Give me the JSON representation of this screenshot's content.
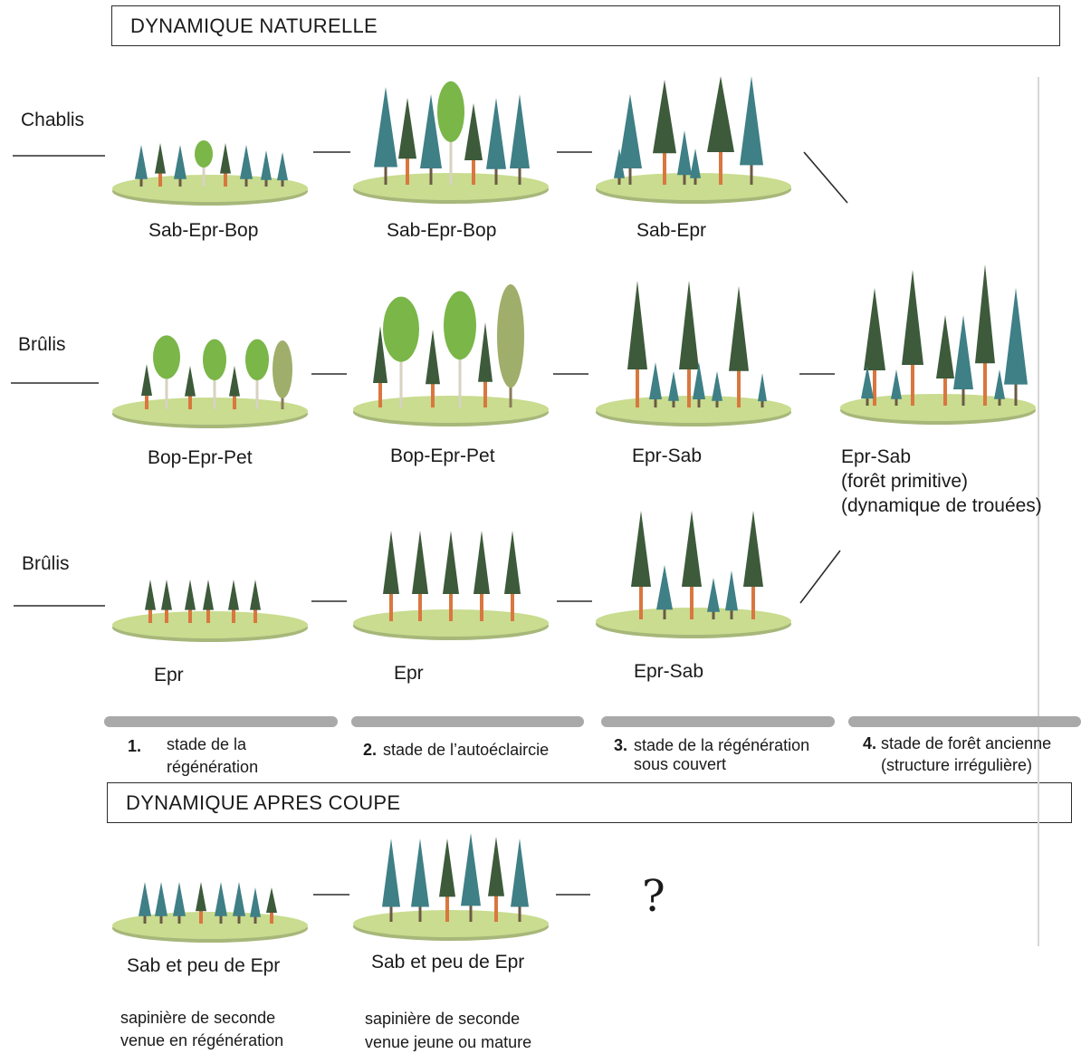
{
  "natural_title": "DYNAMIQUE NATURELLE",
  "after_cut_title": "DYNAMIQUE APRES COUPE",
  "rows": {
    "chablis": {
      "origin": "Chablis",
      "stands": [
        "Sab-Epr-Bop",
        "Sab-Epr-Bop",
        "Sab-Epr"
      ]
    },
    "brulis1": {
      "origin": "Brûlis",
      "stands": [
        "Bop-Epr-Pet",
        "Bop-Epr-Pet",
        "Epr-Sab"
      ],
      "final": [
        "Epr-Sab",
        "(forêt primitive)",
        "(dynamique de trouées)"
      ]
    },
    "brulis2": {
      "origin": "Brûlis",
      "stands": [
        "Epr",
        "Epr",
        "Epr-Sab"
      ]
    },
    "after_cut": {
      "stands": [
        "Sab et peu de Epr",
        "Sab et peu de Epr"
      ],
      "unknown": "?",
      "notes": [
        [
          "sapinière de seconde",
          "venue en régénération"
        ],
        [
          "sapinière de seconde",
          "venue jeune ou mature"
        ]
      ]
    }
  },
  "stages": [
    {
      "num": "1.",
      "lines": [
        "stade de la",
        "régénération"
      ]
    },
    {
      "num": "2.",
      "lines": [
        "stade de l’autoéclaircie"
      ]
    },
    {
      "num": "3.",
      "lines": [
        "stade de la régénération",
        "sous couvert"
      ]
    },
    {
      "num": "4.",
      "lines": [
        "stade de forêt ancienne",
        "(structure irrégulière)"
      ]
    }
  ],
  "colors": {
    "ground": "#c9dc8f",
    "fir": "#3f7f86",
    "spruce": "#3d5a3a",
    "birch": "#7ab648",
    "trunk_spruce": "#d9773f",
    "connector": "#2b2b2b",
    "stage_bar": "#a9a9a9"
  }
}
